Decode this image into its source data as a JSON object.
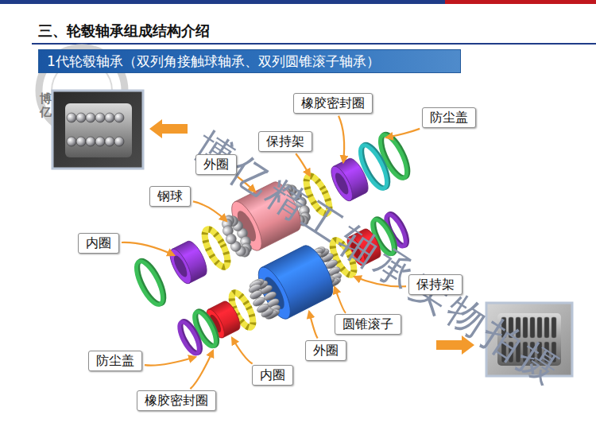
{
  "diagram": {
    "title": "三、轮毂轴承组成结构介绍",
    "nodes": [
      {
        "text": [
          "1代轮毂轴承（双列角接触球轴承、双列圆锥滚子轴承）"
        ]
      },
      {
        "text": [
          "橡胶密封圈"
        ]
      },
      {
        "text": [
          "防尘盖"
        ]
      },
      {
        "text": [
          "保持架"
        ]
      },
      {
        "text": [
          "外圈"
        ]
      },
      {
        "text": [
          "钢球"
        ]
      },
      {
        "text": [
          "内圈"
        ]
      },
      {
        "text": [
          "保持架"
        ]
      },
      {
        "text": [
          "圆锥滚子"
        ]
      },
      {
        "text": [
          "外圈"
        ]
      },
      {
        "text": [
          "防尘盖"
        ]
      },
      {
        "text": [
          "内圈"
        ]
      },
      {
        "text": [
          "橡胶密封圈"
        ]
      }
    ],
    "labels": [
      "博亿",
      "博亿精工轴承实物拍摄"
    ]
  }
}
